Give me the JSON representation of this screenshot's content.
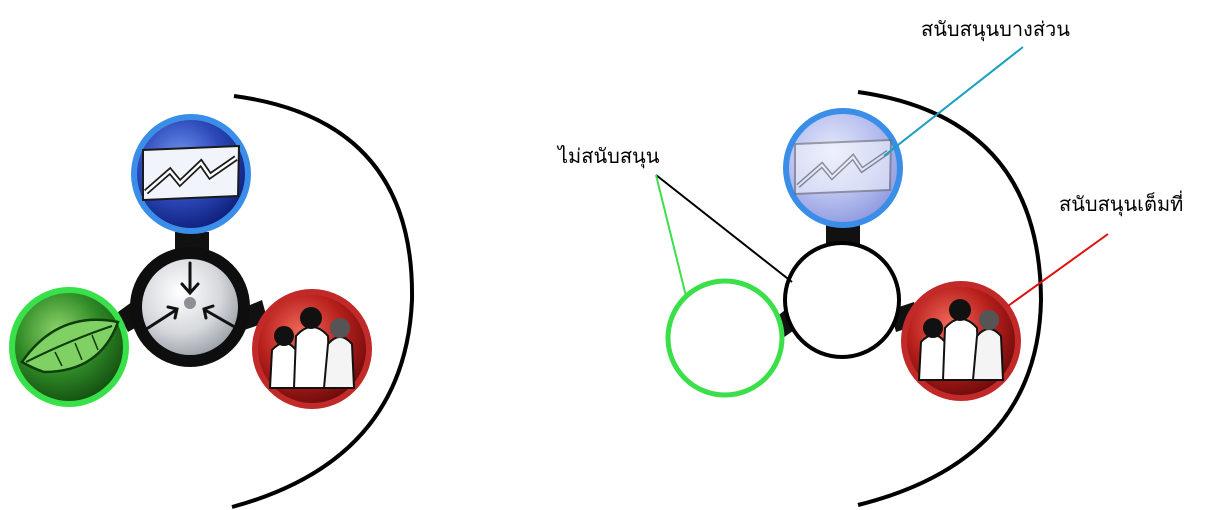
{
  "labels": {
    "partial_support": "สนับสนุนบางส่วน",
    "no_support": "ไม่สนับสนุน",
    "full_support": "สนับสนุนเต็มที่"
  },
  "nodes": {
    "economy": {
      "icon": "rising-graph-icon",
      "color": "#1d3fa8",
      "ring_color": "#3b8ee8"
    },
    "environment": {
      "icon": "leaf-icon",
      "color": "#2e8a2a",
      "ring_color": "#38e04a"
    },
    "society": {
      "icon": "people-icon",
      "color": "#b01c1c",
      "ring_color": "#c22a2a"
    },
    "center": {
      "icon": "converging-arrows-icon",
      "color": "#cfd3d8",
      "ring_color": "#111111"
    }
  },
  "states": {
    "partial_support_color": "#1a9fbf",
    "no_support_color": "#3adf4a",
    "full_support_color": "#e01010"
  }
}
